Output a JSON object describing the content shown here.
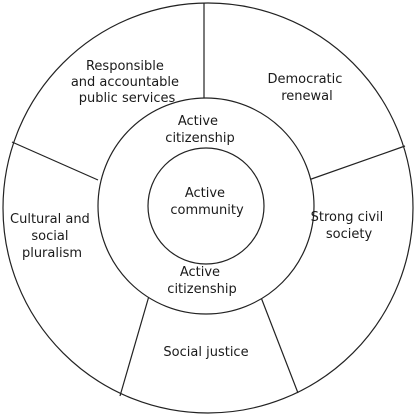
{
  "outer_segments": [
    {
      "id": "responsible",
      "lines": [
        "Responsible",
        "and accountable",
        "public services"
      ]
    },
    {
      "id": "democratic",
      "lines": [
        "Democratic",
        "renewal"
      ]
    },
    {
      "id": "civil",
      "lines": [
        "Strong civil",
        "society"
      ]
    },
    {
      "id": "justice",
      "lines": [
        "Social justice"
      ]
    },
    {
      "id": "pluralism",
      "lines": [
        "Cultural and",
        "social",
        "pluralism"
      ]
    }
  ],
  "middle_ring": {
    "top": [
      "Active",
      "citizenship"
    ],
    "bottom": [
      "Active",
      "citizenship"
    ]
  },
  "center": [
    "Active",
    "community"
  ],
  "colors": {
    "line": "#222222",
    "text": "#1a1a1a",
    "background": "#ffffff"
  }
}
